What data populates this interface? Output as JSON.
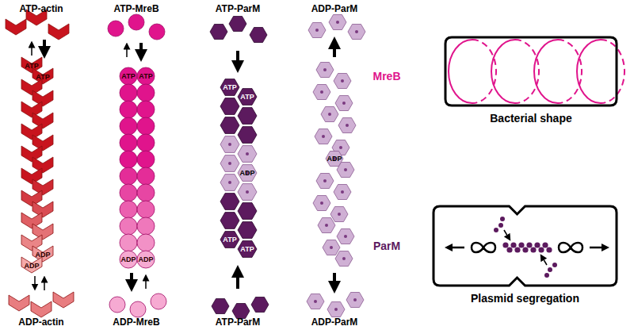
{
  "diagram": {
    "nodes": [
      {
        "text": [
          "Bacterial shape"
        ]
      },
      {
        "text": [
          "Plasmid segregation"
        ]
      }
    ],
    "labels": [
      "ATP-actin",
      "ATP-MreB",
      "ATP-ParM",
      "ADP-ParM",
      "ATP",
      "ATP",
      "ADP",
      "ADP",
      "ATP",
      "ATP",
      "ADP",
      "ADP",
      "ATP",
      "ATP",
      "ADP",
      "ATP",
      "ATP",
      "ADP",
      "ADP-actin",
      "ADP-MreB",
      "ATP-ParM",
      "ADP-ParM",
      "MreB",
      "ParM"
    ]
  }
}
